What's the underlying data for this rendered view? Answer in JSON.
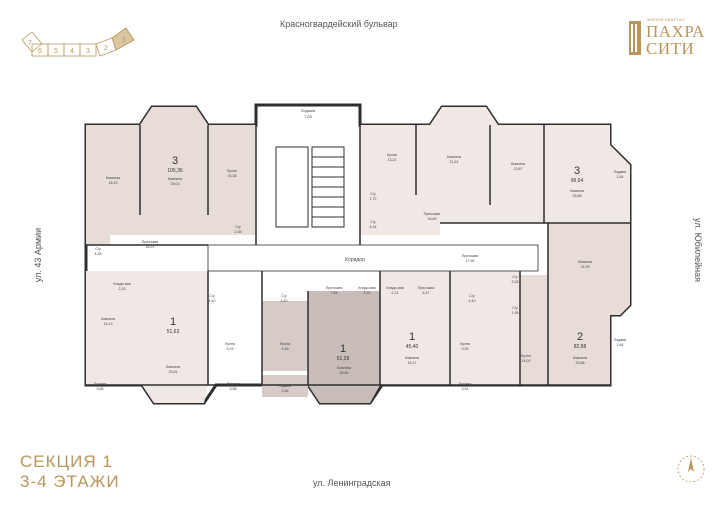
{
  "streets": {
    "top": "Красногвардейский бульвар",
    "bottom": "ул. Ленинградская",
    "left": "ул. 43 Армии",
    "right": "ул. Юбилейная"
  },
  "section": {
    "line1": "СЕКЦИЯ 1",
    "line2": "3-4 ЭТАЖИ"
  },
  "logo": {
    "subtitle": "ЖИЛОЙ КВАРТАЛ",
    "line1": "ПАХРА",
    "line2": "СИТИ"
  },
  "key_plan": {
    "sections": [
      "7",
      "6",
      "5",
      "4",
      "3",
      "2",
      "1"
    ]
  },
  "corridor_label": "Коридор",
  "loggia_top": {
    "label": "Лоджия",
    "area": "7,63"
  },
  "apartments": [
    {
      "rooms": "3",
      "area": "105,36"
    },
    {
      "rooms": "3",
      "area": "96,64"
    },
    {
      "rooms": "2",
      "area": "82,88"
    },
    {
      "rooms": "1",
      "area": "51,63"
    },
    {
      "rooms": "1",
      "area": "51,28"
    },
    {
      "rooms": "1",
      "area": "45,40"
    }
  ],
  "rooms": [
    {
      "label": "Комната",
      "area": "18,13"
    },
    {
      "label": "Комната",
      "area": "25,03"
    },
    {
      "label": "Кухня",
      "area": "15,38"
    },
    {
      "label": "С/у",
      "area": "2,35"
    },
    {
      "label": "С/у",
      "area": "4,39"
    },
    {
      "label": "Прихожая",
      "area": "18,21"
    },
    {
      "label": "Кухня",
      "area": "13,22"
    },
    {
      "label": "Комната",
      "area": "21,61"
    },
    {
      "label": "Комната",
      "area": "13,87"
    },
    {
      "label": "Комната",
      "area": "25,88"
    },
    {
      "label": "Лоджия",
      "area": "2,64"
    },
    {
      "label": "С/у",
      "area": "1,72"
    },
    {
      "label": "С/у",
      "area": "4,24"
    },
    {
      "label": "Прихожая",
      "area": "16,60"
    },
    {
      "label": "Прихожая",
      "area": "17,94"
    },
    {
      "label": "Комната",
      "area": "21,09"
    },
    {
      "label": "Кладо-вая",
      "area": "2,30"
    },
    {
      "label": "С/у",
      "area": "4,40"
    },
    {
      "label": "С/у",
      "area": "4,40"
    },
    {
      "label": "Прихожая",
      "area": "7,45"
    },
    {
      "label": "Кладо-вая",
      "area": "2,31"
    },
    {
      "label": "Кладо-вая",
      "area": "2,31"
    },
    {
      "label": "Прихожая",
      "area": "6,47"
    },
    {
      "label": "С/у",
      "area": "4,40"
    },
    {
      "label": "С/у",
      "area": "3,28"
    },
    {
      "label": "С/у",
      "area": "1,95"
    },
    {
      "label": "Комната",
      "area": "18,19"
    },
    {
      "label": "Кухня",
      "area": "9,29"
    },
    {
      "label": "Кухня",
      "area": "9,45"
    },
    {
      "label": "Кухня",
      "area": "9,29"
    },
    {
      "label": "Кухня",
      "area": "14,01"
    },
    {
      "label": "Комната",
      "area": "25,81"
    },
    {
      "label": "Комната",
      "area": "25,89"
    },
    {
      "label": "Комната",
      "area": "19,17"
    },
    {
      "label": "Комната",
      "area": "25,88"
    },
    {
      "label": "Лоджия",
      "area": "2,64"
    },
    {
      "label": "Лоджия",
      "area": "3,56"
    },
    {
      "label": "Лоджия",
      "area": "3,56"
    },
    {
      "label": "Лоджия",
      "area": "3,56"
    },
    {
      "label": "Лоджия",
      "area": "3,51"
    }
  ],
  "colors": {
    "gold": "#b8965a",
    "apt_3a": "#e7dcd8",
    "apt_3b": "#f0e8e5",
    "apt_2": "#e7dcd8",
    "apt_1a": "#f0e8e5",
    "apt_1b": "#c9bdba",
    "apt_1c": "#f0e8e5",
    "common": "#ffffff",
    "wall": "#2e2e2e"
  }
}
